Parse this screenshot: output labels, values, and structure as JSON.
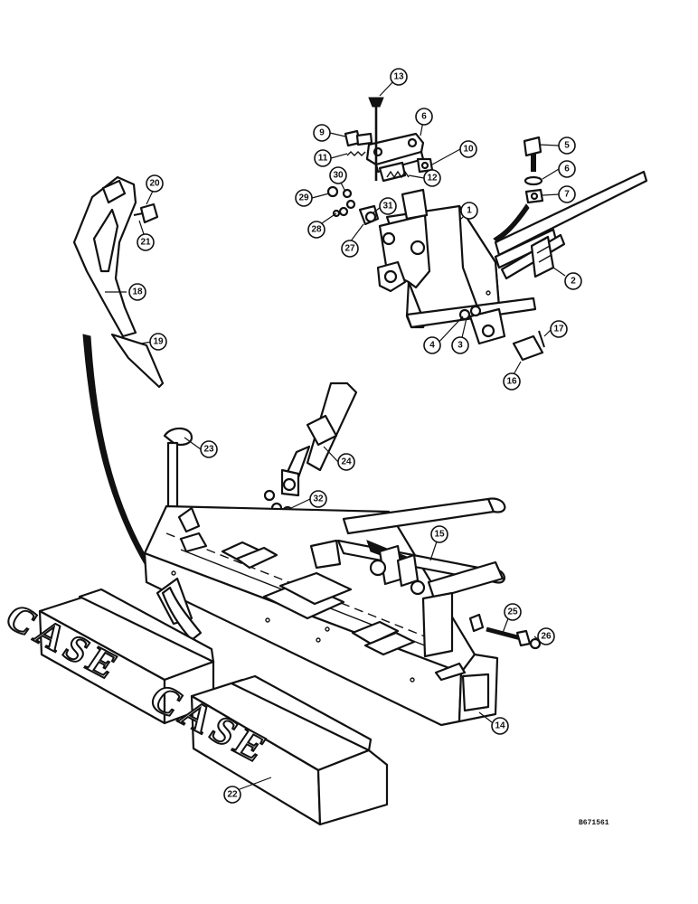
{
  "diagram": {
    "reference_code": "B671561",
    "weight_brand_text": "CASE",
    "callouts": [
      {
        "id": "c1",
        "label": "1"
      },
      {
        "id": "c2",
        "label": "2"
      },
      {
        "id": "c3",
        "label": "3"
      },
      {
        "id": "c4",
        "label": "4"
      },
      {
        "id": "c5",
        "label": "5"
      },
      {
        "id": "c6a",
        "label": "6"
      },
      {
        "id": "c6b",
        "label": "6"
      },
      {
        "id": "c7",
        "label": "7"
      },
      {
        "id": "c9",
        "label": "9"
      },
      {
        "id": "c10",
        "label": "10"
      },
      {
        "id": "c11",
        "label": "11"
      },
      {
        "id": "c12",
        "label": "12"
      },
      {
        "id": "c13",
        "label": "13"
      },
      {
        "id": "c14",
        "label": "14"
      },
      {
        "id": "c15",
        "label": "15"
      },
      {
        "id": "c16",
        "label": "16"
      },
      {
        "id": "c17",
        "label": "17"
      },
      {
        "id": "c18",
        "label": "18"
      },
      {
        "id": "c19",
        "label": "19"
      },
      {
        "id": "c20",
        "label": "20"
      },
      {
        "id": "c21",
        "label": "21"
      },
      {
        "id": "c22",
        "label": "22"
      },
      {
        "id": "c23",
        "label": "23"
      },
      {
        "id": "c24",
        "label": "24"
      },
      {
        "id": "c25",
        "label": "25"
      },
      {
        "id": "c26",
        "label": "26"
      },
      {
        "id": "c27",
        "label": "27"
      },
      {
        "id": "c28",
        "label": "28"
      },
      {
        "id": "c29",
        "label": "29"
      },
      {
        "id": "c30",
        "label": "30"
      },
      {
        "id": "c31",
        "label": "31"
      },
      {
        "id": "c32",
        "label": "32"
      }
    ]
  }
}
